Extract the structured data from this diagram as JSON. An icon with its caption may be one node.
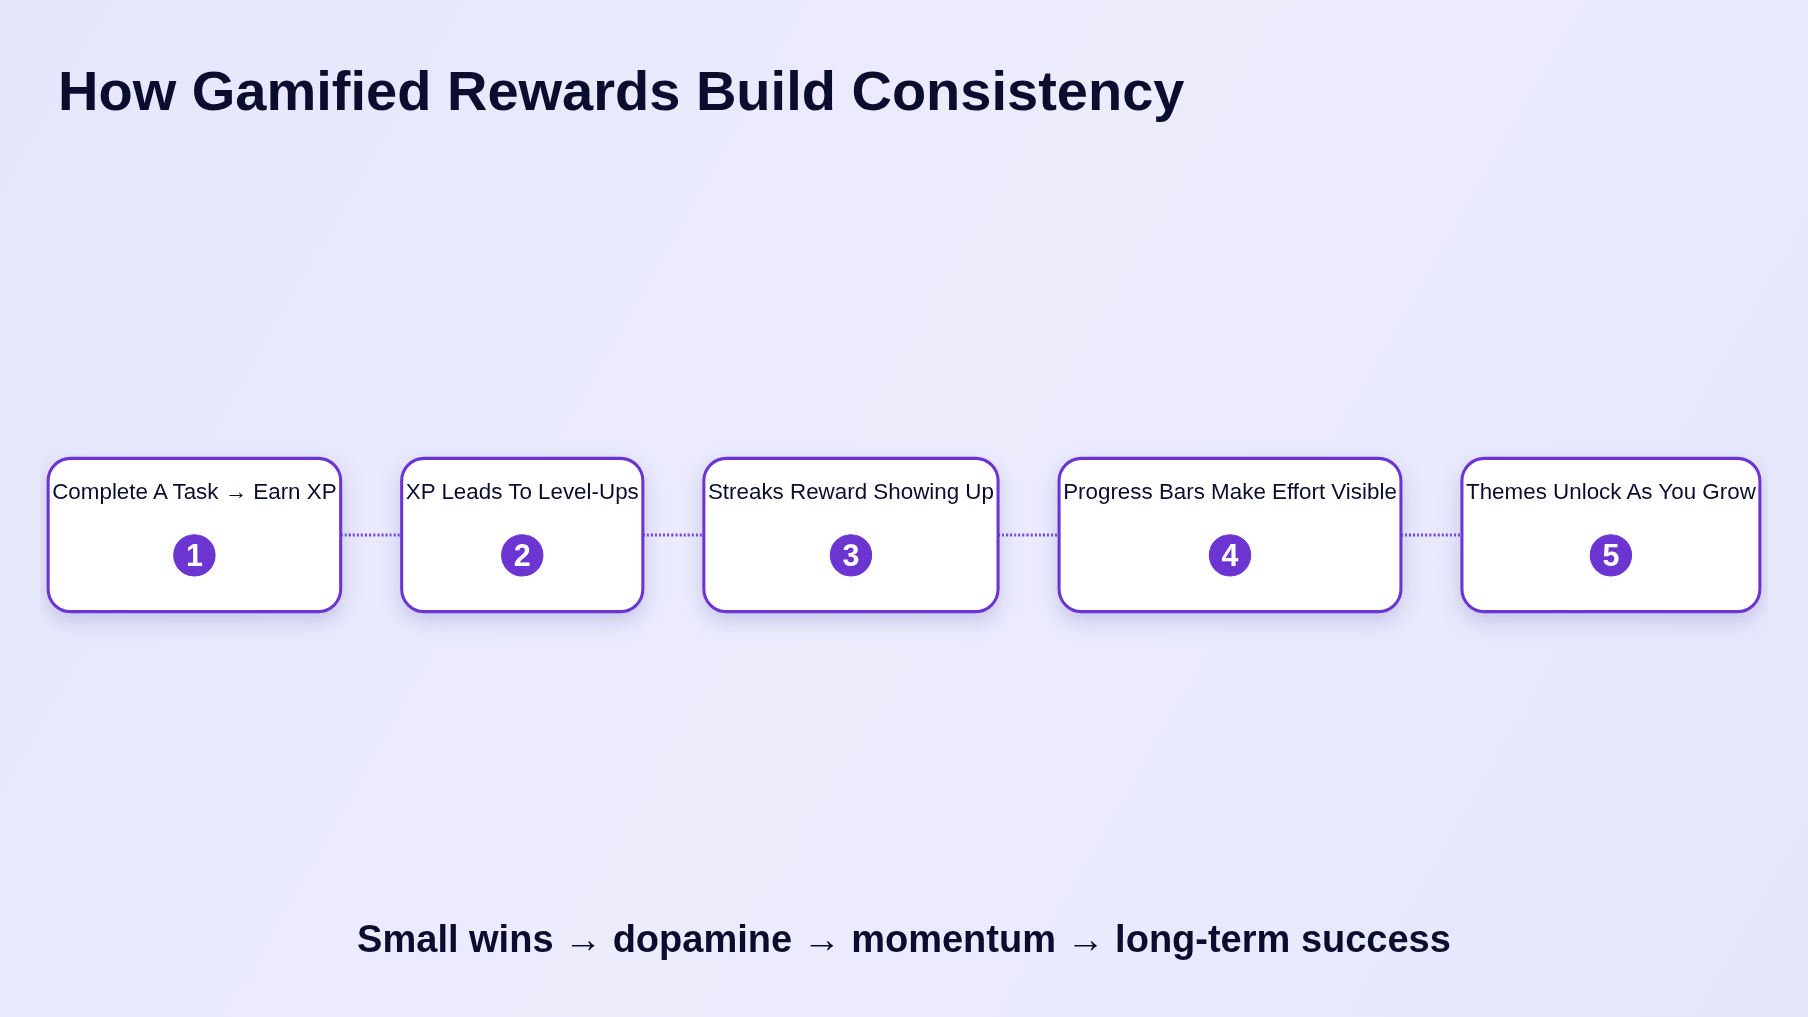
{
  "diagram": {
    "title": "How Gamified Rewards Build Consistency",
    "caption": "Small wins → dopamine → momentum → long-term success",
    "nodes": [
      {
        "text": [
          "Complete A Task → Earn XP"
        ]
      },
      {
        "text": [
          "1"
        ],
        "in": 0
      },
      {
        "text": [
          "XP Leads To Level-Ups"
        ]
      },
      {
        "text": [
          "2"
        ],
        "in": 2
      },
      {
        "text": [
          "Streaks Reward Showing Up"
        ]
      },
      {
        "text": [
          "3"
        ],
        "in": 4
      },
      {
        "text": [
          "Progress Bars Make Effort Visible"
        ]
      },
      {
        "text": [
          "4"
        ],
        "in": 6
      },
      {
        "text": [
          "Themes Unlock As You Grow"
        ]
      },
      {
        "text": [
          "5"
        ],
        "in": 8
      }
    ],
    "edges": [
      {
        "from": 0,
        "to": 2,
        "arrow": "none",
        "style": "dashed"
      },
      {
        "from": 2,
        "to": 4,
        "arrow": "none",
        "style": "dashed"
      },
      {
        "from": 4,
        "to": 6,
        "arrow": "none",
        "style": "dashed"
      },
      {
        "from": 6,
        "to": 8,
        "arrow": "none",
        "style": "dashed"
      }
    ]
  }
}
